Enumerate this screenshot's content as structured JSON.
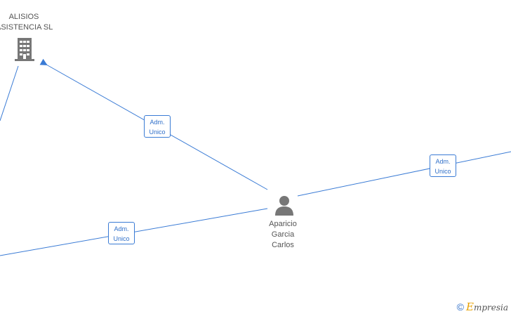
{
  "nodes": {
    "company": {
      "name_line1": "ALISIOS",
      "name_line2": "ASISTENCIA  SL",
      "icon": "building-icon"
    },
    "person": {
      "name_line1": "Aparicio",
      "name_line2": "Garcia",
      "name_line3": "Carlos",
      "icon": "person-icon"
    }
  },
  "edges": [
    {
      "line1": "Adm.",
      "line2": "Unico"
    },
    {
      "line1": "Adm.",
      "line2": "Unico"
    },
    {
      "line1": "Adm.",
      "line2": "Unico"
    }
  ],
  "footer": {
    "copyright": "©",
    "brand_initial": "E",
    "brand_rest": "mpresia"
  },
  "colors": {
    "edge": "#3a7bd5",
    "icon": "#777777"
  }
}
